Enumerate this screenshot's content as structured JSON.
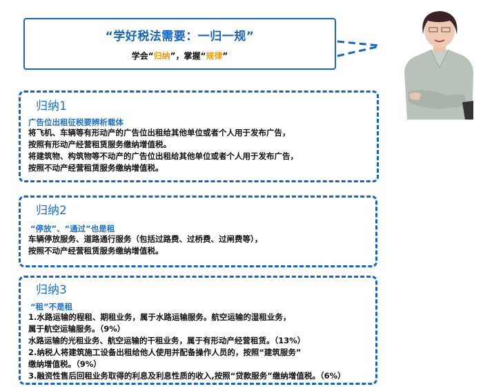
{
  "header": {
    "title": "“学好税法需要：一归一规”",
    "subtitle_parts": [
      "学会“",
      "归纳",
      "”，掌握“",
      "规律",
      "”"
    ],
    "accent_color": "#1565c0",
    "highlight_color": "#f39c12"
  },
  "presenter_photo": {
    "icon": "presenter-portrait"
  },
  "sections": [
    {
      "title": "归纳1",
      "subtitle": "广告位出租征税要辨析载体",
      "lines": [
        "将飞机、车辆等有形动产的广告位出租给其他单位或者个人用于发布广告，",
        "按照有形动产经营租赁服务缴纳增值税。",
        "将建筑物、构筑物等不动产的广告位出租给其他单位或者个人用于发布广告，",
        "按照不动产经营租赁服务缴纳增值税。"
      ]
    },
    {
      "title": "归纳2",
      "subtitle": "“停放”、“通过”也是租",
      "lines": [
        "车辆停放服务、道路通行服务（包括过路费、过桥费、过闸费等），",
        "按照不动产经营租赁服务缴纳增值税。"
      ]
    },
    {
      "title": "归纳3",
      "subtitle": "“租”不是租",
      "lines": [
        "1.水路运输的程租、期租业务，属于水路运输服务。航空运输的湿租业务，",
        "属于航空运输服务。（9%）",
        "水路运输的光租业务、航空运输的干租业务，属于有形动产经营租赁。（13%）",
        "2.纳税人将建筑施工设备出租给他人使用并配备操作人员的，按照“建筑服务”",
        "缴纳增值税。（9%）",
        "3.融资性售后回租业务取得的利息及利息性质的收入,按照“贷款服务”缴纳增值税。（6%）"
      ]
    }
  ]
}
